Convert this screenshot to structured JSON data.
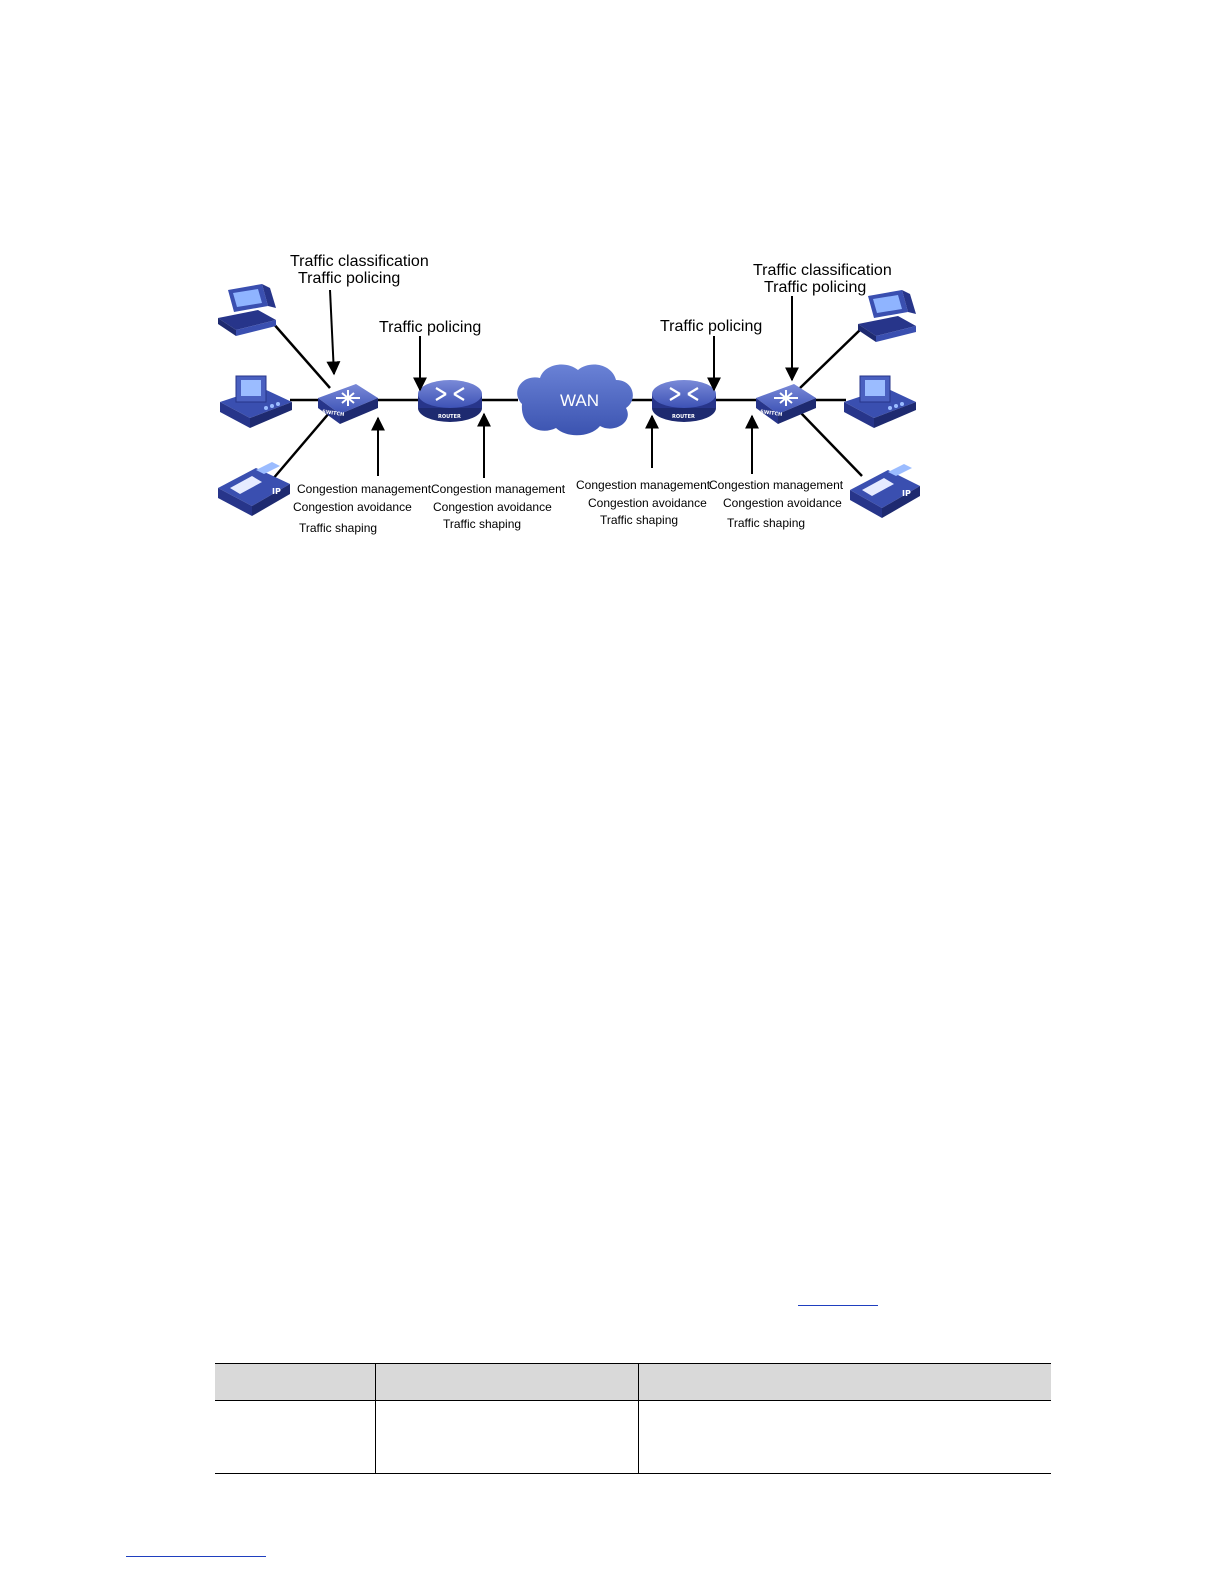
{
  "diagram": {
    "left_switch": {
      "classification_label": "Traffic classification",
      "policing_label": "Traffic policing",
      "congestion_management": "Congestion management",
      "congestion_avoidance": "Congestion avoidance",
      "traffic_shaping": "Traffic shaping",
      "device_text": "SWITCH"
    },
    "left_router": {
      "policing_label": "Traffic policing",
      "congestion_management": "Congestion management",
      "congestion_avoidance": "Congestion avoidance",
      "traffic_shaping": "Traffic shaping",
      "device_text": "ROUTER"
    },
    "wan": {
      "label": "WAN"
    },
    "right_router": {
      "policing_label": "Traffic policing",
      "congestion_management": "Congestion management",
      "congestion_avoidance": "Congestion avoidance",
      "traffic_shaping": "Traffic shaping",
      "device_text": "ROUTER"
    },
    "right_switch": {
      "classification_label": "Traffic classification",
      "policing_label": "Traffic policing",
      "congestion_management": "Congestion management",
      "congestion_avoidance": "Congestion avoidance",
      "traffic_shaping": "Traffic shaping",
      "device_text": "SWITCH"
    },
    "ip_phone_text": "IP",
    "colors": {
      "device_blue": "#3a4fb0",
      "device_dark": "#27358a",
      "device_light": "#6f7fd0",
      "cloud": "#4a64c0"
    }
  }
}
